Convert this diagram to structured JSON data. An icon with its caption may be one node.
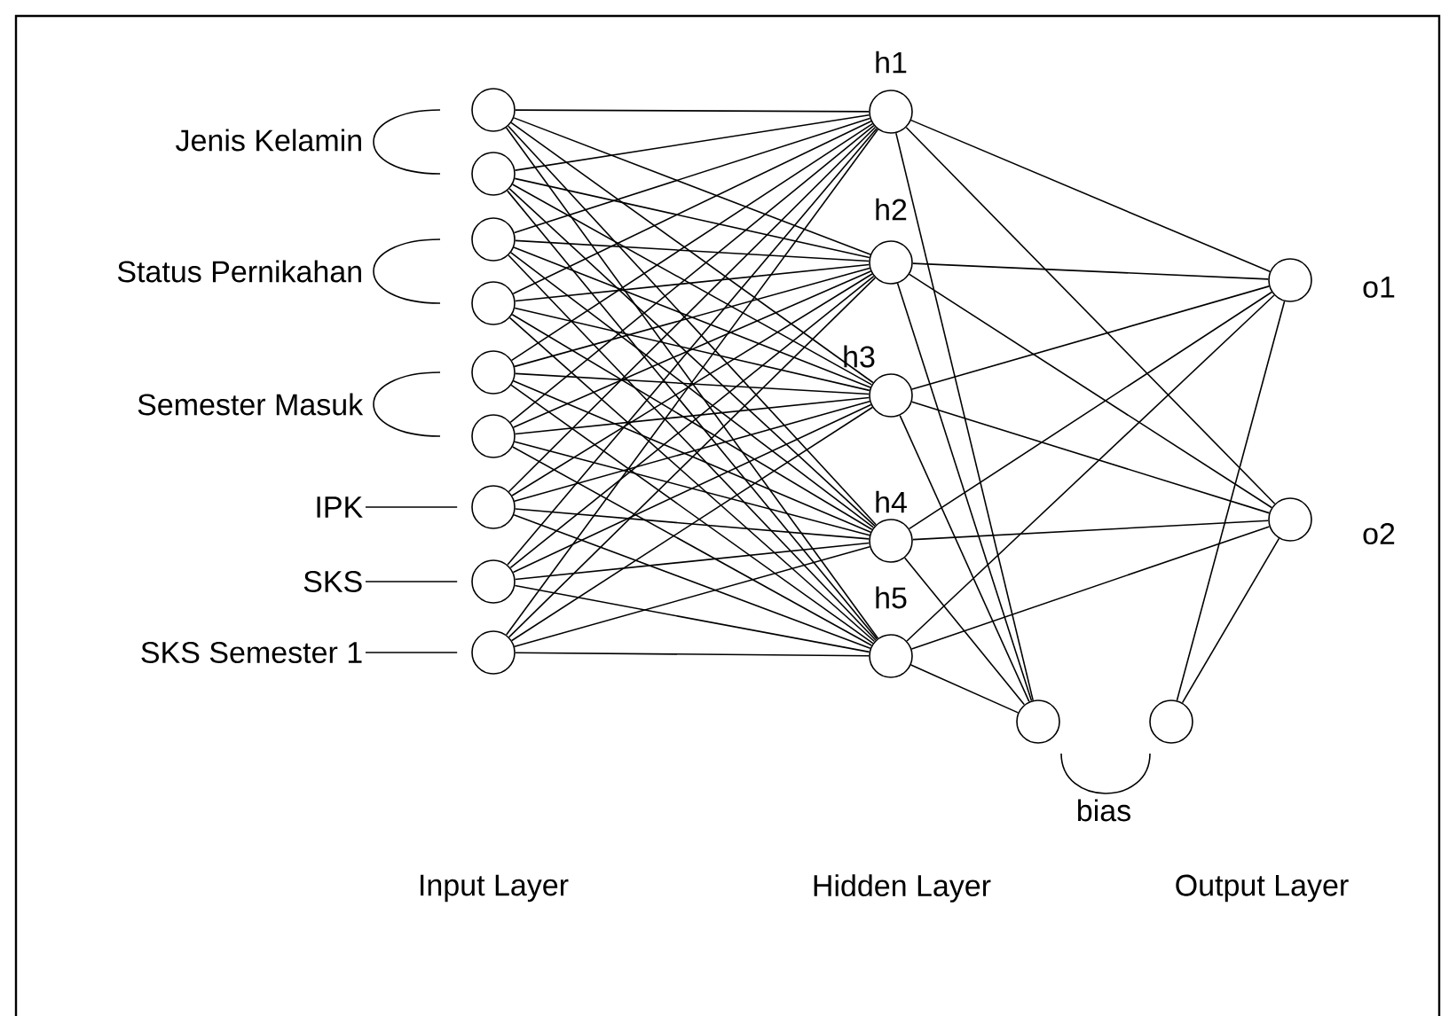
{
  "diagram": {
    "nodes": [
      {
        "text": [],
        "shape": "circle"
      },
      {
        "text": [],
        "shape": "circle"
      },
      {
        "text": [],
        "shape": "circle"
      },
      {
        "text": [],
        "shape": "circle"
      },
      {
        "text": [],
        "shape": "circle"
      },
      {
        "text": [],
        "shape": "circle"
      },
      {
        "text": [],
        "shape": "circle"
      },
      {
        "text": [],
        "shape": "circle"
      },
      {
        "text": [],
        "shape": "circle"
      },
      {
        "text": [],
        "shape": "circle",
        "beside": [
          "h1"
        ]
      },
      {
        "text": [],
        "shape": "circle",
        "beside": [
          "h2"
        ]
      },
      {
        "text": [],
        "shape": "circle",
        "beside": [
          "h3"
        ]
      },
      {
        "text": [],
        "shape": "circle",
        "beside": [
          "h4"
        ]
      },
      {
        "text": [],
        "shape": "circle",
        "beside": [
          "h5"
        ]
      },
      {
        "text": [],
        "shape": "circle",
        "beside": [
          "o1"
        ]
      },
      {
        "text": [],
        "shape": "circle",
        "beside": [
          "o2"
        ]
      },
      {
        "text": [],
        "shape": "circle"
      },
      {
        "text": [],
        "shape": "circle"
      },
      {
        "text": [
          "IPK"
        ]
      },
      {
        "text": [
          "SKS"
        ]
      },
      {
        "text": [
          "SKS Semester 1"
        ]
      }
    ],
    "edges": [
      {
        "from": 0,
        "to": 9,
        "arrow": "none"
      },
      {
        "from": 0,
        "to": 10,
        "arrow": "none"
      },
      {
        "from": 0,
        "to": 11,
        "arrow": "none"
      },
      {
        "from": 0,
        "to": 12,
        "arrow": "none"
      },
      {
        "from": 0,
        "to": 13,
        "arrow": "none"
      },
      {
        "from": 1,
        "to": 9,
        "arrow": "none"
      },
      {
        "from": 1,
        "to": 10,
        "arrow": "none"
      },
      {
        "from": 1,
        "to": 11,
        "arrow": "none"
      },
      {
        "from": 1,
        "to": 12,
        "arrow": "none"
      },
      {
        "from": 1,
        "to": 13,
        "arrow": "none"
      },
      {
        "from": 2,
        "to": 9,
        "arrow": "none"
      },
      {
        "from": 2,
        "to": 10,
        "arrow": "none"
      },
      {
        "from": 2,
        "to": 11,
        "arrow": "none"
      },
      {
        "from": 2,
        "to": 12,
        "arrow": "none"
      },
      {
        "from": 2,
        "to": 13,
        "arrow": "none"
      },
      {
        "from": 3,
        "to": 9,
        "arrow": "none"
      },
      {
        "from": 3,
        "to": 10,
        "arrow": "none"
      },
      {
        "from": 3,
        "to": 11,
        "arrow": "none"
      },
      {
        "from": 3,
        "to": 12,
        "arrow": "none"
      },
      {
        "from": 3,
        "to": 13,
        "arrow": "none"
      },
      {
        "from": 4,
        "to": 9,
        "arrow": "none"
      },
      {
        "from": 4,
        "to": 10,
        "arrow": "none"
      },
      {
        "from": 4,
        "to": 11,
        "arrow": "none"
      },
      {
        "from": 4,
        "to": 12,
        "arrow": "none"
      },
      {
        "from": 4,
        "to": 13,
        "arrow": "none"
      },
      {
        "from": 5,
        "to": 9,
        "arrow": "none"
      },
      {
        "from": 5,
        "to": 10,
        "arrow": "none"
      },
      {
        "from": 5,
        "to": 11,
        "arrow": "none"
      },
      {
        "from": 5,
        "to": 12,
        "arrow": "none"
      },
      {
        "from": 5,
        "to": 13,
        "arrow": "none"
      },
      {
        "from": 6,
        "to": 9,
        "arrow": "none"
      },
      {
        "from": 6,
        "to": 10,
        "arrow": "none"
      },
      {
        "from": 6,
        "to": 11,
        "arrow": "none"
      },
      {
        "from": 6,
        "to": 12,
        "arrow": "none"
      },
      {
        "from": 6,
        "to": 13,
        "arrow": "none"
      },
      {
        "from": 7,
        "to": 9,
        "arrow": "none"
      },
      {
        "from": 7,
        "to": 10,
        "arrow": "none"
      },
      {
        "from": 7,
        "to": 11,
        "arrow": "none"
      },
      {
        "from": 7,
        "to": 12,
        "arrow": "none"
      },
      {
        "from": 7,
        "to": 13,
        "arrow": "none"
      },
      {
        "from": 8,
        "to": 9,
        "arrow": "none"
      },
      {
        "from": 8,
        "to": 10,
        "arrow": "none"
      },
      {
        "from": 8,
        "to": 11,
        "arrow": "none"
      },
      {
        "from": 8,
        "to": 12,
        "arrow": "none"
      },
      {
        "from": 8,
        "to": 13,
        "arrow": "none"
      },
      {
        "from": 9,
        "to": 14,
        "arrow": "none"
      },
      {
        "from": 9,
        "to": 15,
        "arrow": "none"
      },
      {
        "from": 10,
        "to": 14,
        "arrow": "none"
      },
      {
        "from": 10,
        "to": 15,
        "arrow": "none"
      },
      {
        "from": 11,
        "to": 14,
        "arrow": "none"
      },
      {
        "from": 11,
        "to": 15,
        "arrow": "none"
      },
      {
        "from": 12,
        "to": 14,
        "arrow": "none"
      },
      {
        "from": 12,
        "to": 15,
        "arrow": "none"
      },
      {
        "from": 13,
        "to": 14,
        "arrow": "none"
      },
      {
        "from": 13,
        "to": 15,
        "arrow": "none"
      },
      {
        "from": 9,
        "to": 16,
        "arrow": "none"
      },
      {
        "from": 10,
        "to": 16,
        "arrow": "none"
      },
      {
        "from": 11,
        "to": 16,
        "arrow": "none"
      },
      {
        "from": 12,
        "to": 16,
        "arrow": "none"
      },
      {
        "from": 13,
        "to": 16,
        "arrow": "none"
      },
      {
        "from": 17,
        "to": 14,
        "arrow": "none"
      },
      {
        "from": 17,
        "to": 15,
        "arrow": "none"
      },
      {
        "from": 18,
        "to": 6,
        "arrow": "none"
      },
      {
        "from": 19,
        "to": 7,
        "arrow": "none"
      },
      {
        "from": 20,
        "to": 8,
        "arrow": "none"
      }
    ],
    "labels": [
      "Jenis Kelamin",
      "Status Pernikahan",
      "Semester Masuk",
      "bias",
      "Input Layer",
      "Hidden Layer",
      "Output Layer"
    ]
  }
}
